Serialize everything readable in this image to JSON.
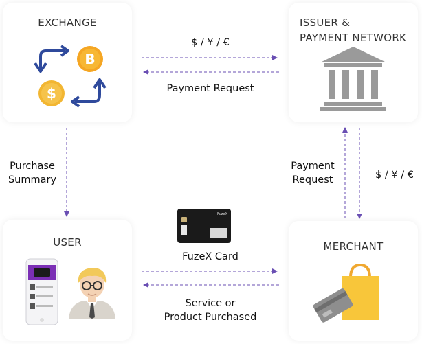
{
  "nodes": {
    "exchange": {
      "title": "EXCHANGE"
    },
    "issuer": {
      "title_line1": "ISSUER &",
      "title_line2": "PAYMENT NETWORK"
    },
    "user": {
      "title": "USER"
    },
    "merchant": {
      "title": "MERCHANT"
    }
  },
  "edges": {
    "exchange_issuer_currency": "$ / ¥ / €",
    "exchange_issuer_request": "Payment Request",
    "exchange_user_line1": "Purchase",
    "exchange_user_line2": "Summary",
    "merchant_issuer_line1": "Payment",
    "merchant_issuer_line2": "Request",
    "issuer_merchant_currency": "$ / ¥ / €",
    "user_merchant_card": "FuzeX Card",
    "merchant_user_line1": "Service or",
    "merchant_user_line2": "Product Purchased"
  },
  "card_brand": "FuzeX",
  "colors": {
    "arrow": "#6a4fb3",
    "bitcoin": "#f5a623",
    "coin": "#f2b632",
    "cycle_arrow": "#2f4a9c",
    "bank": "#9a9a9a",
    "bag": "#f8c63a",
    "phone_screen": "#7b2fb5"
  }
}
